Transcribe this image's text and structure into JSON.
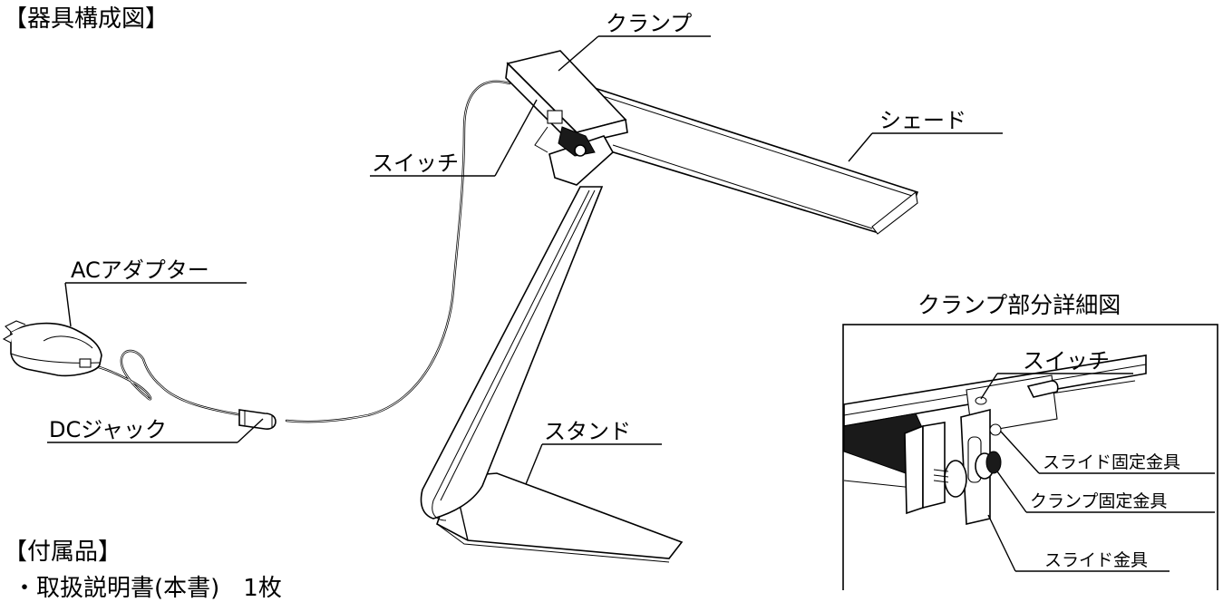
{
  "headings": {
    "composition": "【器具構成図】",
    "accessories": "【付属品】",
    "accessory_item": "・取扱説明書(本書)　1枚"
  },
  "parts": {
    "clamp": "クランプ",
    "shade": "シェード",
    "switch": "スイッチ",
    "ac_adapter": "ACアダプター",
    "dc_jack": "DCジャック",
    "stand": "スタンド"
  },
  "detail": {
    "title": "クランプ部分詳細図",
    "switch": "スイッチ",
    "slide_fixing": "スライド固定金具",
    "clamp_fixing": "クランプ固定金具",
    "slide_bracket": "スライド金具"
  }
}
